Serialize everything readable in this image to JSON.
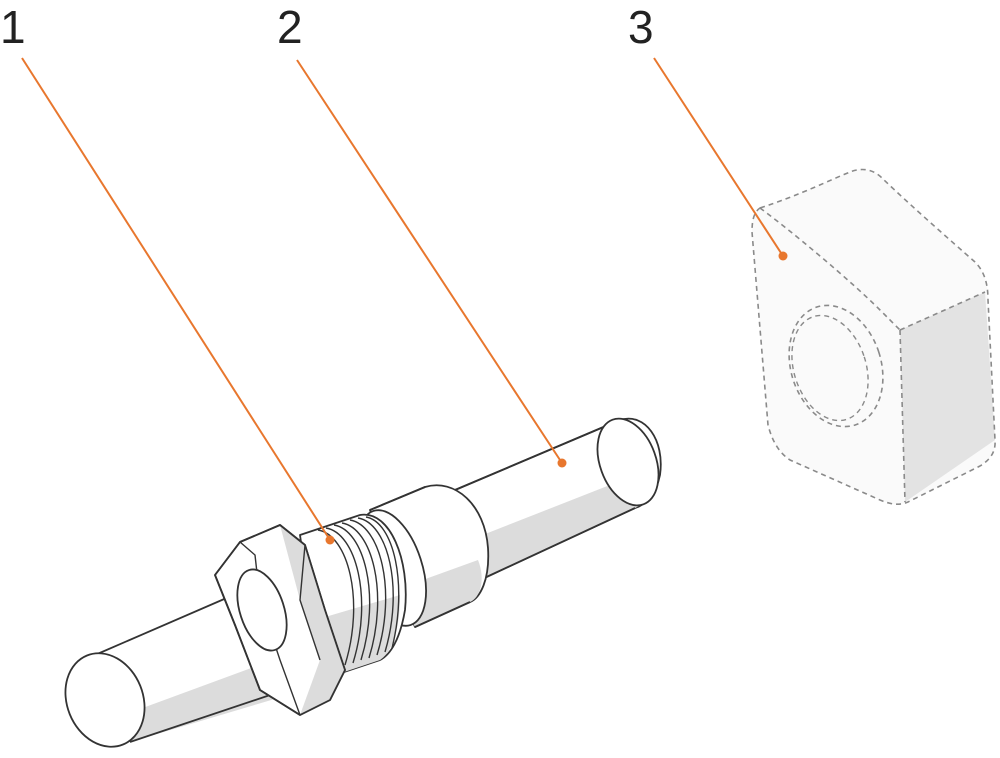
{
  "callouts": [
    {
      "id": "1",
      "label": "1"
    },
    {
      "id": "2",
      "label": "2"
    },
    {
      "id": "3",
      "label": "3"
    }
  ],
  "colors": {
    "leader_line": "#e8772e",
    "outline": "#333333",
    "shade": "#dcdcdc",
    "hidden_edge": "#8a8a8a"
  }
}
